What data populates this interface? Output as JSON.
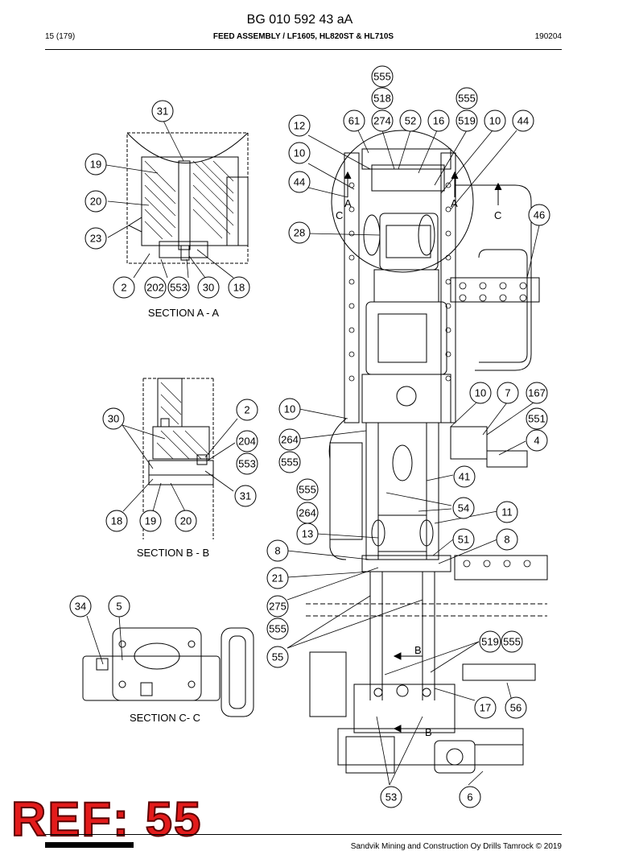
{
  "header": {
    "doc_code": "BG 010 592 43 aA",
    "page": "15 (179)",
    "title": "FEED ASSEMBLY / LF1605, HL820ST & HL710S",
    "date_code": "190204"
  },
  "sections": {
    "a": "SECTION A - A",
    "b": "SECTION B - B",
    "c": "SECTION C- C"
  },
  "view_letters": {
    "a": "A",
    "b": "B",
    "c": "C"
  },
  "callouts": {
    "section_a": [
      "31",
      "19",
      "20",
      "23",
      "2",
      "202",
      "553",
      "30",
      "18"
    ],
    "section_b": [
      "30",
      "2",
      "204",
      "553",
      "31",
      "18",
      "19",
      "20"
    ],
    "section_c": [
      "34",
      "5"
    ],
    "main": [
      "555",
      "518",
      "555",
      "61",
      "274",
      "52",
      "16",
      "519",
      "10",
      "44",
      "12",
      "10",
      "44",
      "28",
      "46",
      "10",
      "7",
      "167",
      "551",
      "4",
      "10",
      "264",
      "555",
      "41",
      "555",
      "264",
      "54",
      "11",
      "13",
      "51",
      "8",
      "8",
      "21",
      "275",
      "555",
      "55",
      "519",
      "555",
      "17",
      "56",
      "53",
      "6"
    ]
  },
  "reference": "REF: 55",
  "footer": {
    "copyright": "Sandvik Mining and Construction Oy Drills Tamrock © 2019"
  }
}
